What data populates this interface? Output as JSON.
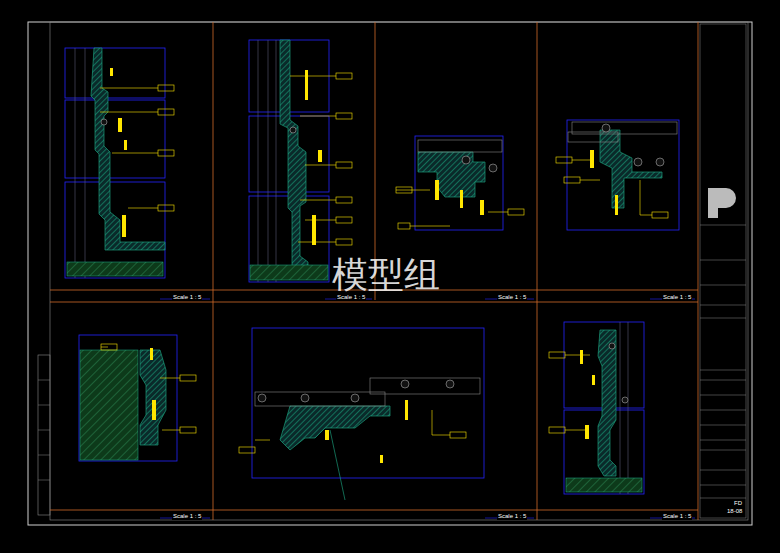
{
  "diagram": {
    "labels": [
      "Scale 1 : 5",
      "Scale 1 : 5",
      "Scale 1 : 5",
      "Scale 1 : 5",
      "Scale 1 : 5",
      "Scale 1 : 5",
      "Scale 1 : 5",
      "模型组",
      "FD",
      "18-08"
    ]
  }
}
